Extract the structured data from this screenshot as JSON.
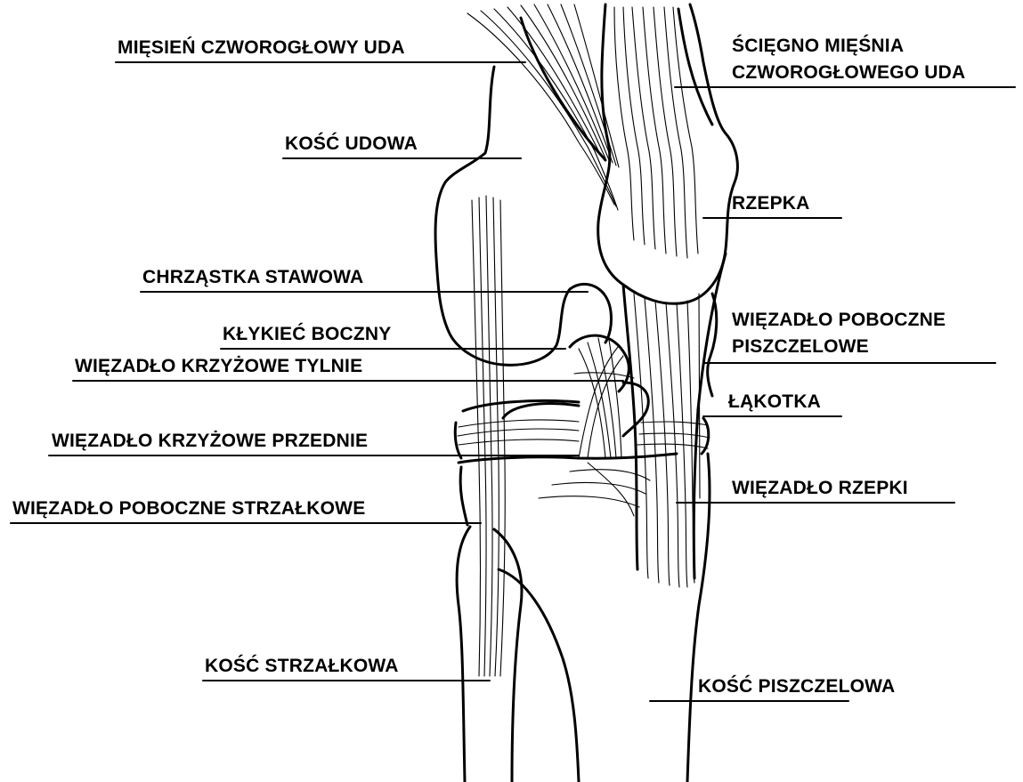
{
  "labels": {
    "quadriceps_muscle": "MIĘSIEŃ CZWOROGŁOWY UDA",
    "quadriceps_tendon_line1": "ŚCIĘGNO MIĘŚNIA",
    "quadriceps_tendon_line2": "CZWOROGŁOWEGO UDA",
    "femur": "KOŚĆ UDOWA",
    "patella": "RZEPKA",
    "articular_cartilage": "CHRZĄSTKA STAWOWA",
    "lateral_condyle": "KŁYKIEĆ BOCZNY",
    "tibial_collateral_line1": "WIĘZADŁO POBOCZNE",
    "tibial_collateral_line2": "PISZCZELOWE",
    "posterior_cruciate": "WIĘZADŁO KRZYŻOWE TYLNIE",
    "meniscus": "ŁĄKOTKA",
    "anterior_cruciate": "WIĘZADŁO KRZYŻOWE PRZEDNIE",
    "patellar_ligament": "WIĘZADŁO RZEPKI",
    "fibular_collateral": "WIĘZADŁO POBOCZNE STRZAŁKOWE",
    "fibula": "KOŚĆ STRZAŁKOWA",
    "tibia": "KOŚĆ PISZCZELOWA"
  },
  "colors": {
    "ink": "#000000",
    "background": "#ffffff"
  }
}
